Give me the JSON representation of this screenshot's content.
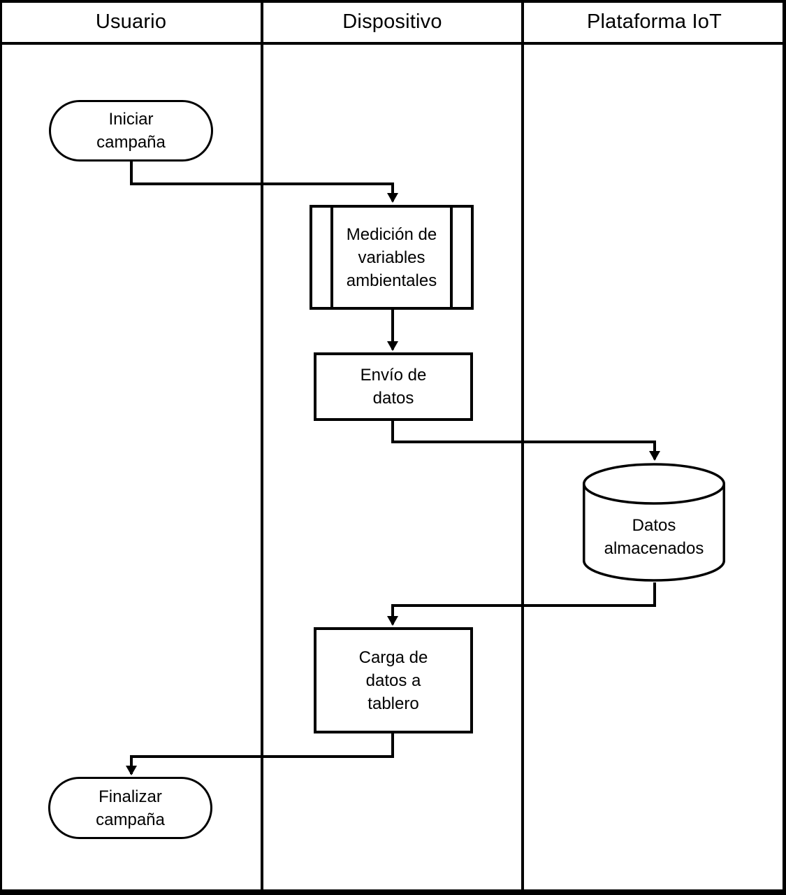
{
  "diagram": {
    "type": "swimlane-flowchart",
    "colors": {
      "stroke": "#000000",
      "background": "#ffffff"
    },
    "lanes": [
      {
        "id": "usuario",
        "label": "Usuario"
      },
      {
        "id": "dispositivo",
        "label": "Dispositivo"
      },
      {
        "id": "plataforma-iot",
        "label": "Plataforma IoT"
      }
    ],
    "nodes": [
      {
        "id": "iniciar-campana",
        "type": "terminator",
        "lane": "usuario",
        "label": "Iniciar\ncampaña"
      },
      {
        "id": "medicion-variables",
        "type": "predefined-process",
        "lane": "dispositivo",
        "label": "Medición de\nvariables\nambientales"
      },
      {
        "id": "envio-datos",
        "type": "process",
        "lane": "dispositivo",
        "label": "Envío de\ndatos"
      },
      {
        "id": "datos-almacenados",
        "type": "database",
        "lane": "plataforma-iot",
        "label": "Datos\nalmacenados"
      },
      {
        "id": "carga-datos-tablero",
        "type": "process",
        "lane": "dispositivo",
        "label": "Carga de\ndatos a\ntablero"
      },
      {
        "id": "finalizar-campana",
        "type": "terminator",
        "lane": "usuario",
        "label": "Finalizar\ncampaña"
      }
    ],
    "edges": [
      {
        "from": "iniciar-campana",
        "to": "medicion-variables"
      },
      {
        "from": "medicion-variables",
        "to": "envio-datos"
      },
      {
        "from": "envio-datos",
        "to": "datos-almacenados"
      },
      {
        "from": "datos-almacenados",
        "to": "carga-datos-tablero"
      },
      {
        "from": "carga-datos-tablero",
        "to": "finalizar-campana"
      }
    ]
  }
}
